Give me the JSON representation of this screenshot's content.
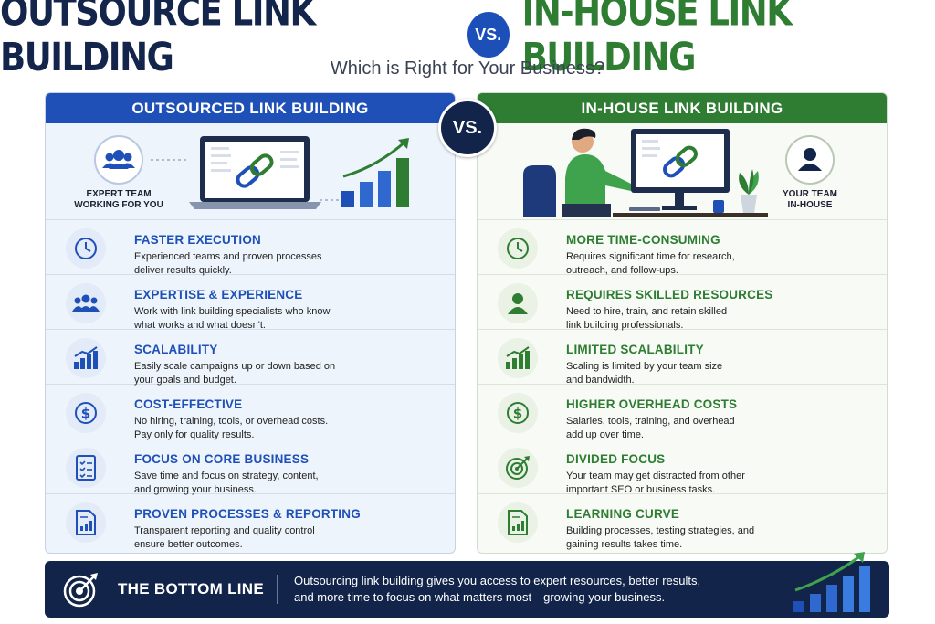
{
  "header": {
    "title_left": "OUTSOURCE LINK BUILDING",
    "title_vs": "VS.",
    "title_right": "IN-HOUSE LINK BUILDING",
    "subtitle": "Which is Right for Your Business?"
  },
  "center_vs": "VS.",
  "left": {
    "header": "OUTSOURCED LINK BUILDING",
    "hero_caption_line1": "EXPERT TEAM",
    "hero_caption_line2": "WORKING FOR YOU",
    "items": [
      {
        "icon": "clock-icon",
        "title": "FASTER EXECUTION",
        "line1": "Experienced teams and proven processes",
        "line2": "deliver results quickly."
      },
      {
        "icon": "team-icon",
        "title": "EXPERTISE & EXPERIENCE",
        "line1": "Work with link building specialists who know",
        "line2": "what works and what doesn't."
      },
      {
        "icon": "growth-chart-icon",
        "title": "SCALABILITY",
        "line1": "Easily scale campaigns up or down based on",
        "line2": "your goals and budget."
      },
      {
        "icon": "dollar-icon",
        "title": "COST-EFFECTIVE",
        "line1": "No hiring, training, tools, or overhead costs.",
        "line2": "Pay only for quality results."
      },
      {
        "icon": "checklist-icon",
        "title": "FOCUS ON CORE BUSINESS",
        "line1": "Save time and focus on strategy, content,",
        "line2": "and growing your business."
      },
      {
        "icon": "report-icon",
        "title": "PROVEN PROCESSES & REPORTING",
        "line1": "Transparent reporting and quality control",
        "line2": "ensure better outcomes."
      }
    ]
  },
  "right": {
    "header": "IN-HOUSE LINK BUILDING",
    "hero_caption_line1": "YOUR TEAM",
    "hero_caption_line2": "IN-HOUSE",
    "items": [
      {
        "icon": "clock-icon",
        "title": "MORE TIME-CONSUMING",
        "line1": "Requires significant time for research,",
        "line2": "outreach, and follow-ups."
      },
      {
        "icon": "person-icon",
        "title": "REQUIRES SKILLED RESOURCES",
        "line1": "Need to hire, train, and retain skilled",
        "line2": "link building professionals."
      },
      {
        "icon": "growth-chart-icon",
        "title": "LIMITED SCALABILITY",
        "line1": "Scaling is limited by your team size",
        "line2": "and bandwidth."
      },
      {
        "icon": "dollar-icon",
        "title": "HIGHER OVERHEAD COSTS",
        "line1": "Salaries, tools, training, and overhead",
        "line2": "add up over time."
      },
      {
        "icon": "target-icon",
        "title": "DIVIDED FOCUS",
        "line1": "Your team may get distracted from other",
        "line2": "important SEO or business tasks."
      },
      {
        "icon": "report-icon",
        "title": "LEARNING CURVE",
        "line1": "Building processes, testing strategies, and",
        "line2": "gaining results takes time."
      }
    ]
  },
  "bottom": {
    "title": "THE BOTTOM LINE",
    "line1": "Outsourcing link building gives you access to expert resources, better results,",
    "line2": "and more time to focus on what matters most—growing your business."
  },
  "colors": {
    "navy": "#13244a",
    "blue": "#1e50b8",
    "green": "#2e7d32"
  }
}
